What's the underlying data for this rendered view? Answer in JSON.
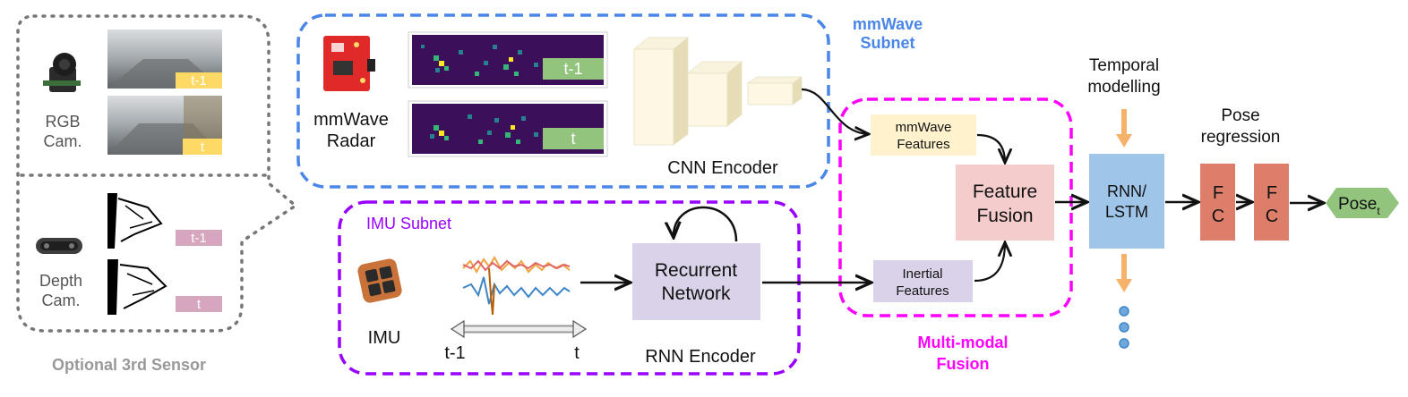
{
  "sensor_panel": {
    "rgb_label_1": "RGB",
    "rgb_label_2": "Cam.",
    "depth_label_1": "Depth",
    "depth_label_2": "Cam.",
    "frame_prev": "t-1",
    "frame_curr": "t",
    "caption": "Optional 3rd Sensor"
  },
  "mmwave_subnet": {
    "title_1": "mmWave",
    "title_2": "Subnet",
    "radar_label_1": "mmWave",
    "radar_label_2": "Radar",
    "frame_prev": "t-1",
    "frame_curr": "t",
    "encoder_label": "CNN Encoder"
  },
  "imu_subnet": {
    "title": "IMU Subnet",
    "imu_label": "IMU",
    "time_start": "t-1",
    "time_end": "t",
    "recurrent_1": "Recurrent",
    "recurrent_2": "Network",
    "encoder_label": "RNN Encoder"
  },
  "fusion": {
    "mmwave_features_1": "mmWave",
    "mmwave_features_2": "Features",
    "inertial_features_1": "Inertial",
    "inertial_features_2": "Features",
    "feature_fusion_1": "Feature",
    "feature_fusion_2": "Fusion",
    "title_1": "Multi-modal",
    "title_2": "Fusion"
  },
  "temporal": {
    "label_1": "Temporal",
    "label_2": "modelling",
    "rnn_1": "RNN/",
    "rnn_2": "LSTM"
  },
  "pose": {
    "label_1": "Pose",
    "label_2": "regression",
    "fc_1": "F",
    "fc_2": "C",
    "output": "Pose",
    "output_sub": "t"
  },
  "colors": {
    "mmwave_border": "#4a86e8",
    "imu_border": "#9900ff",
    "fusion_border": "#ff00ff",
    "sensor_border": "#808080",
    "rnn_box": "#9fc5e8",
    "fc_box": "#dd7e6b",
    "pose_output": "#93c47d",
    "feature_fusion": "#f4cccc",
    "recurrent_box": "#d9d2e9",
    "orange_arrow": "#f6b26b",
    "timeline_dots": "#3d85c6"
  }
}
